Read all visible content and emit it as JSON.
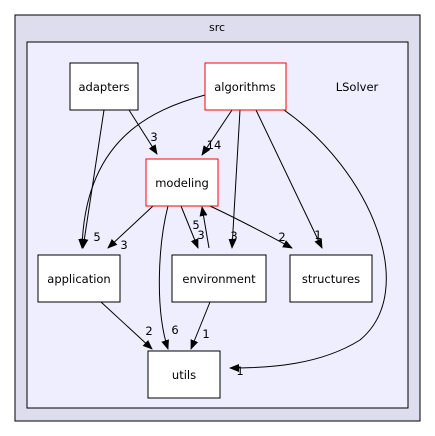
{
  "diagram": {
    "outer_cluster": {
      "label": "src"
    },
    "inner_cluster": {
      "label": "LSolver"
    },
    "nodes": {
      "adapters": "adapters",
      "algorithms": "algorithms",
      "modeling": "modeling",
      "application": "application",
      "environment": "environment",
      "structures": "structures",
      "utils": "utils"
    },
    "edge_labels": {
      "adapters_modeling": "3",
      "algorithms_modeling": "14",
      "algorithms_application": "5",
      "modeling_application": "3",
      "modeling_environment": "3",
      "environment_modeling": "5",
      "algorithms_environment": "3",
      "modeling_structures": "2",
      "algorithms_structures": "1",
      "application_utils": "2",
      "modeling_utils": "6",
      "environment_utils": "1",
      "algorithms_utils": "1"
    },
    "colors": {
      "outer_fill": "#ddddee",
      "inner_fill": "#eeeeff",
      "highlight_border": "#ff0000",
      "node_border": "#000000"
    }
  }
}
